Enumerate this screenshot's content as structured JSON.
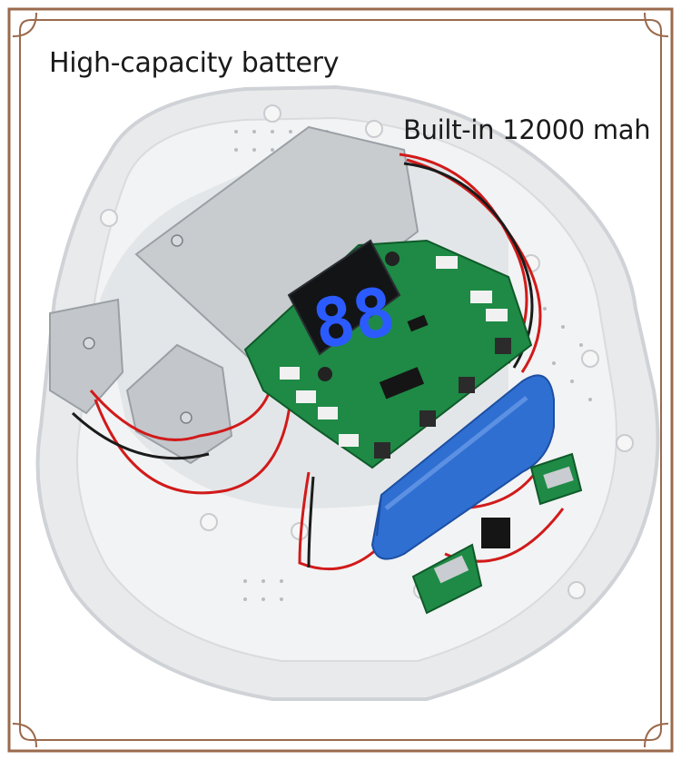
{
  "captions": {
    "headline": "High-capacity battery",
    "subhead": "Built-in 12000 mah"
  },
  "display": {
    "digits": "88"
  },
  "colors": {
    "frame": "#9a6a4b",
    "housing": "#e9eaeb",
    "pcb": "#1e8a45",
    "battery": "#2f6fd1",
    "wire_red": "#d11a1a",
    "digit_blue": "#2b5bff"
  }
}
